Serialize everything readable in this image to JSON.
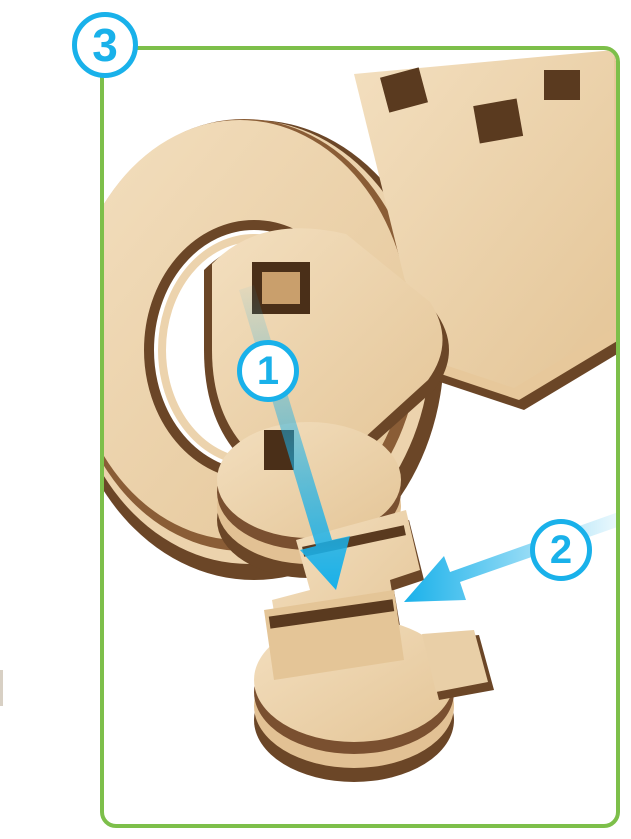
{
  "figure": {
    "step_number": "3",
    "callouts": [
      "1",
      "2"
    ]
  },
  "colors": {
    "frame_border": "#7dbf4a",
    "accent_blue": "#19b1ea",
    "wood_light": "#ecd3ad",
    "wood_dark": "#6b4627"
  }
}
